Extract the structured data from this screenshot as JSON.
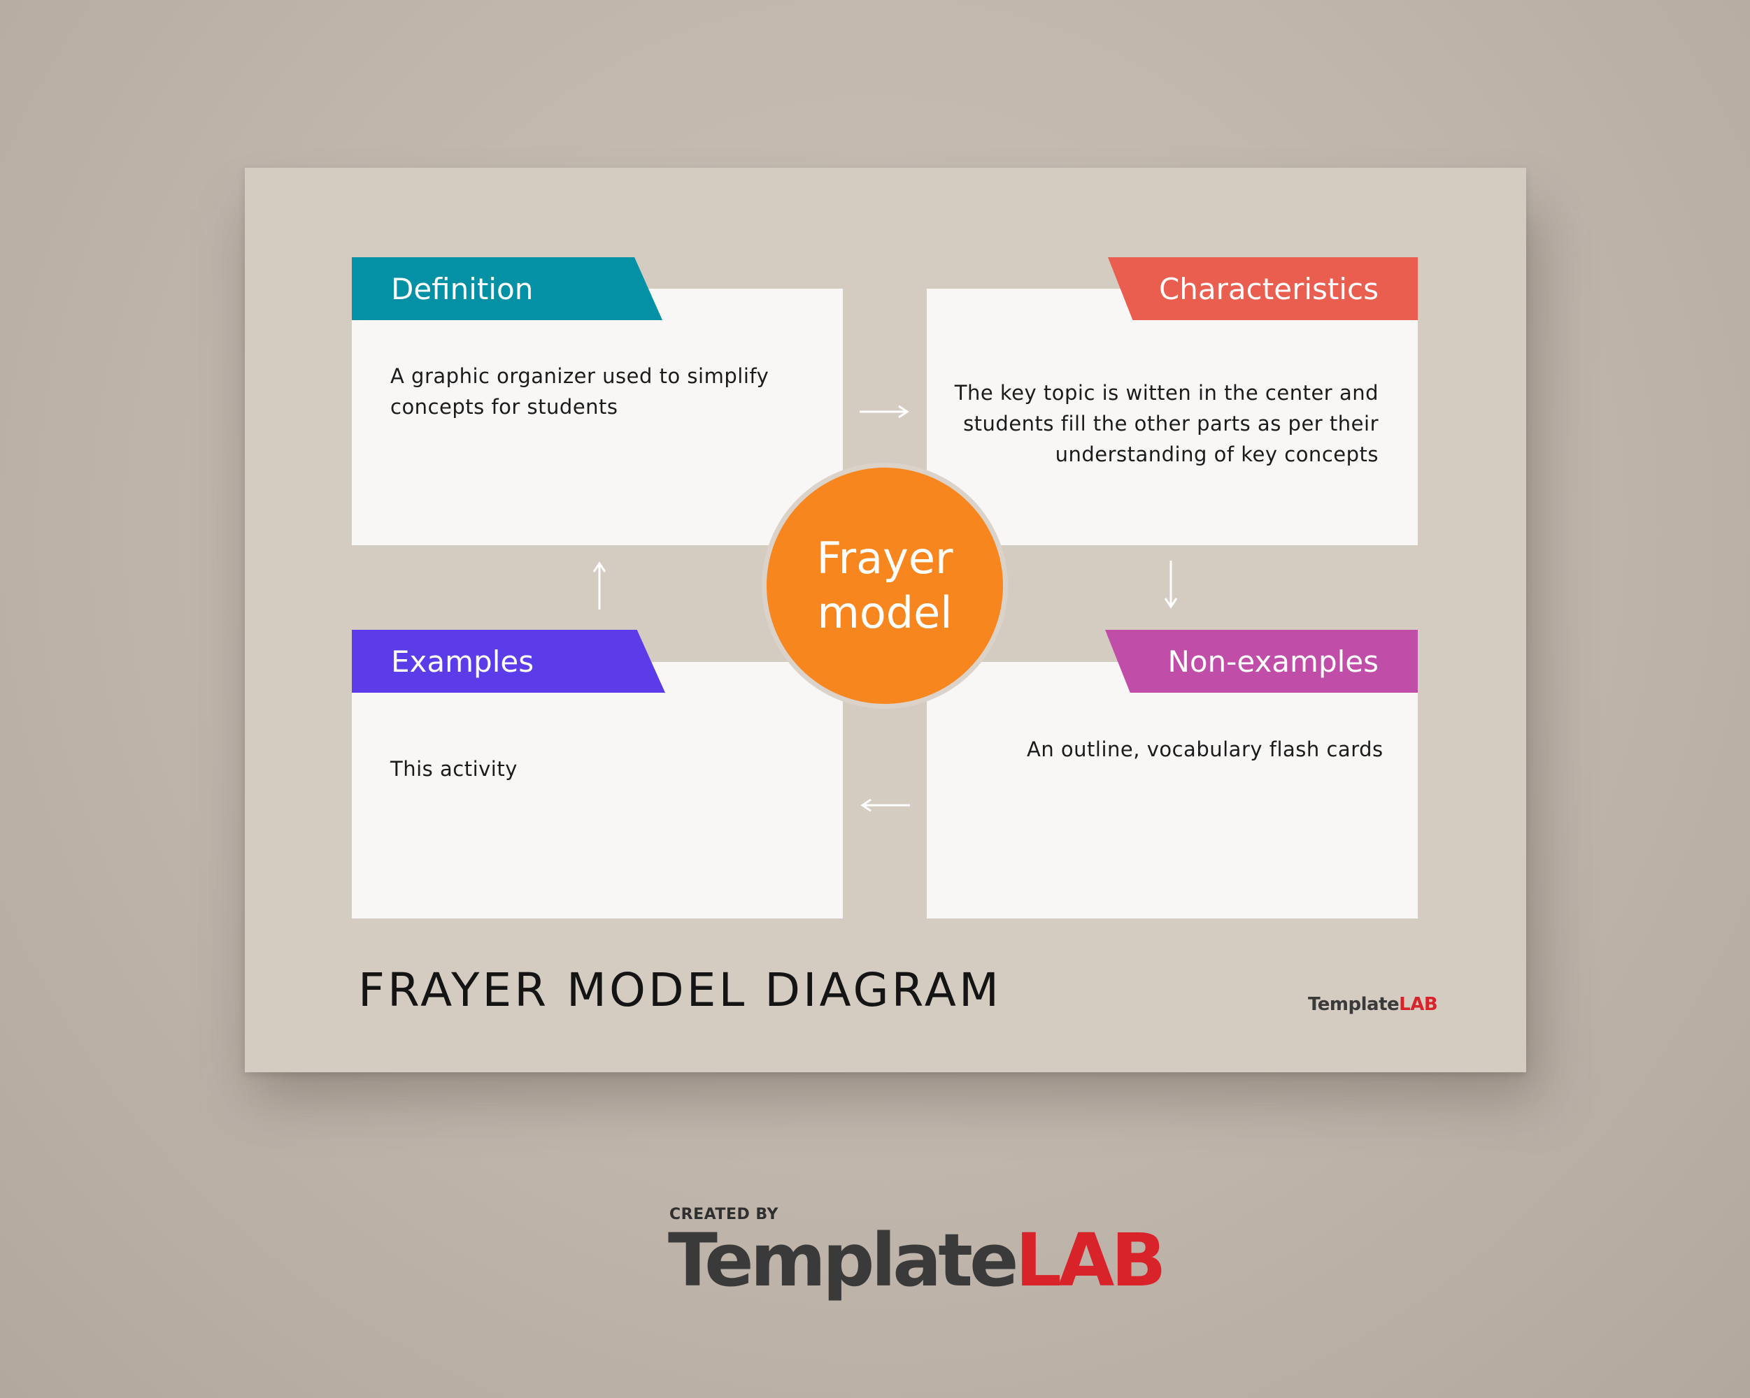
{
  "diagram": {
    "center": {
      "line1": "Frayer",
      "line2": "model"
    },
    "definition": {
      "heading": "Definition",
      "lines": [
        "A graphic organizer used to simplify",
        "concepts for students"
      ],
      "color": "#0591a5"
    },
    "characteristics": {
      "heading": "Characteristics",
      "lines": [
        "The key topic is witten in the center and",
        "students fill the other parts as per their",
        "understanding of key concepts"
      ],
      "color": "#ea5e4f"
    },
    "examples": {
      "heading": "Examples",
      "lines": [
        "This activity"
      ],
      "color": "#5b3ce8"
    },
    "non_examples": {
      "heading": "Non-examples",
      "lines": [
        "An outline, vocabulary flash cards"
      ],
      "color": "#c04da8"
    },
    "center_color": "#f7861f",
    "title": "FRAYER MODEL DIAGRAM"
  },
  "branding": {
    "small_logo": {
      "part1": "Template",
      "part2": "LAB"
    },
    "created_by": "CREATED BY",
    "big_logo": {
      "part1": "Template",
      "part2": "LAB"
    },
    "red": "#d8232a"
  }
}
